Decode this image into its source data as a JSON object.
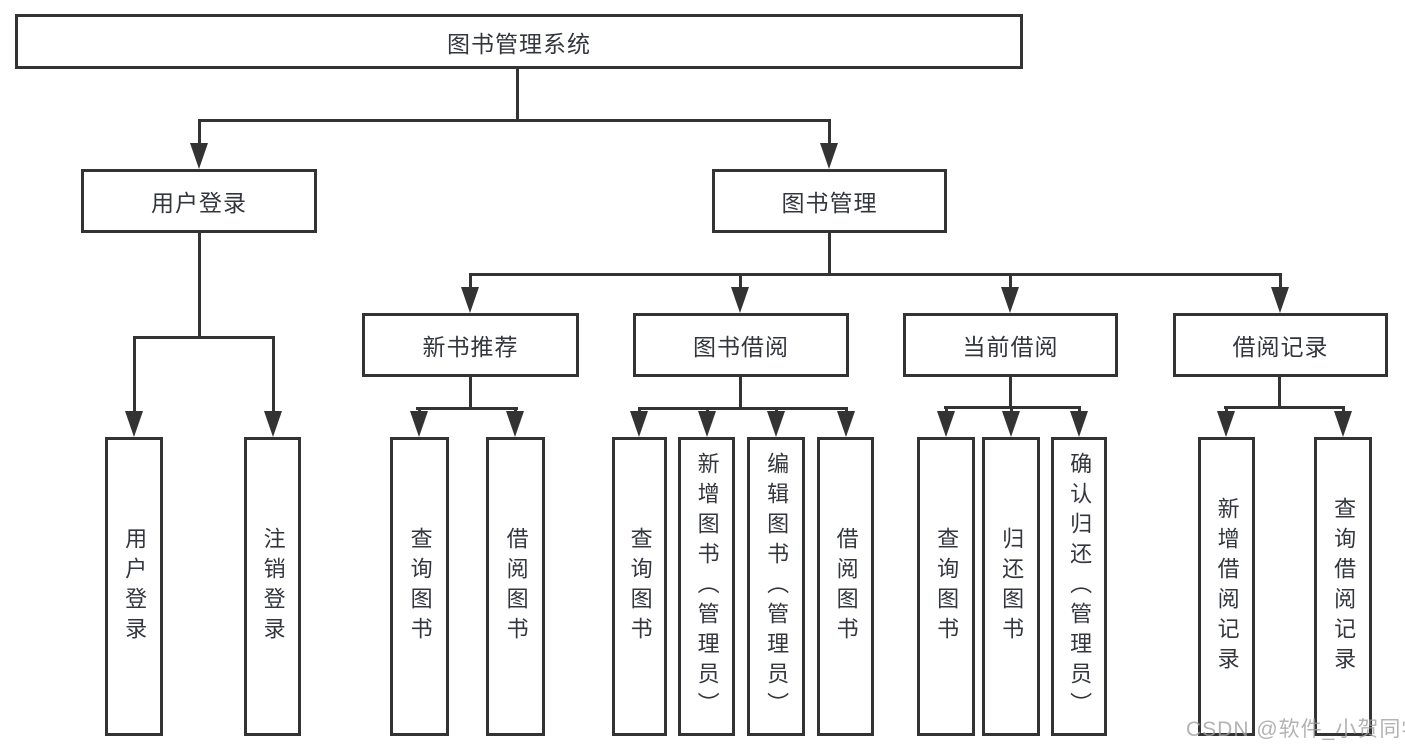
{
  "nodes": {
    "root": {
      "label": "图书管理系统"
    },
    "user_login": {
      "label": "用户登录"
    },
    "book_management": {
      "label": "图书管理"
    },
    "new_book_recommend": {
      "label": "新书推荐"
    },
    "book_borrowing": {
      "label": "图书借阅"
    },
    "current_borrowing": {
      "label": "当前借阅"
    },
    "borrowing_records": {
      "label": "借阅记录"
    },
    "leaf_user_login": {
      "label": "用户登录"
    },
    "leaf_logout": {
      "label": "注销登录"
    },
    "leaf_query_book_a": {
      "label": "查询图书"
    },
    "leaf_borrow_book_a": {
      "label": "借阅图书"
    },
    "leaf_query_book_b": {
      "label": "查询图书"
    },
    "leaf_add_book_admin": {
      "label": "新增图书（管理员）"
    },
    "leaf_edit_book_admin": {
      "label": "编辑图书（管理员）"
    },
    "leaf_borrow_book_b": {
      "label": "借阅图书"
    },
    "leaf_query_book_c": {
      "label": "查询图书"
    },
    "leaf_return_book": {
      "label": "归还图书"
    },
    "leaf_confirm_return_admin": {
      "label": "确认归还（管理员）"
    },
    "leaf_add_borrow_record": {
      "label": "新增借阅记录"
    },
    "leaf_query_borrow_record": {
      "label": "查询借阅记录"
    }
  },
  "watermark": {
    "text": "CSDN @软件_小贺同学"
  },
  "colors": {
    "line": "#333333",
    "text": "#33373d",
    "background": "#ffffff",
    "watermark": "#a0a0a0"
  }
}
